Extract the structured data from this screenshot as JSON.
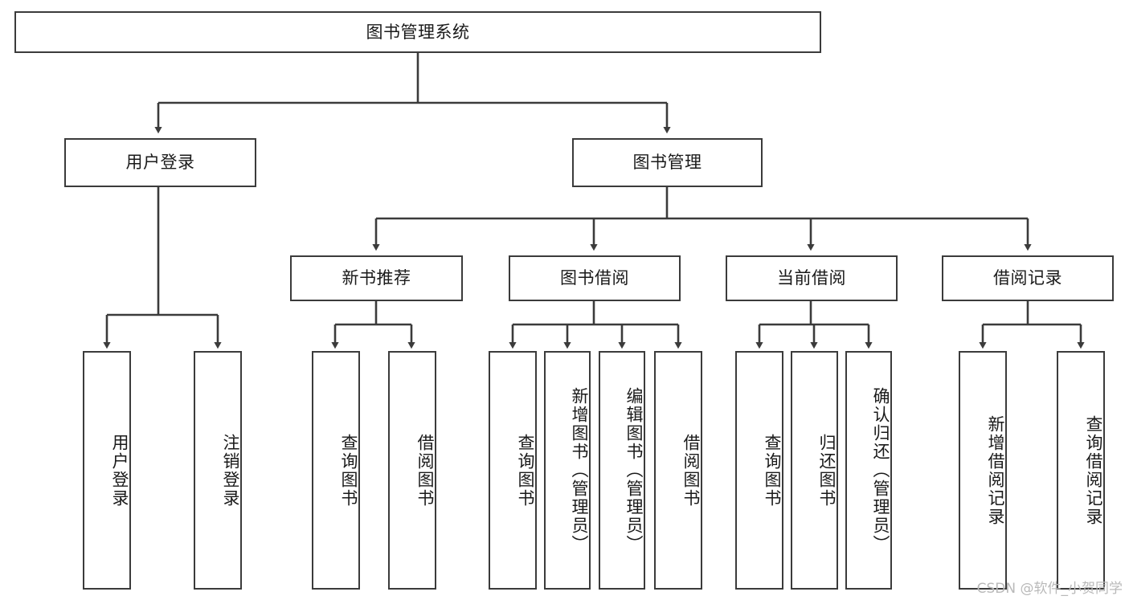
{
  "diagram": {
    "title": "图书管理系统",
    "watermark": "CSDN @软件_小贺同学",
    "stroke_color": "#3b3b3b",
    "fill_color": "#ffffff",
    "text_color": "#1a1a1a",
    "watermark_color": "#b9b9b9"
  },
  "levels": {
    "root": {
      "label": "图书管理系统"
    },
    "level2": [
      {
        "label": "用户登录"
      },
      {
        "label": "图书管理"
      }
    ],
    "level3": [
      {
        "label": "新书推荐"
      },
      {
        "label": "图书借阅"
      },
      {
        "label": "当前借阅"
      },
      {
        "label": "借阅记录"
      }
    ],
    "leaves": [
      {
        "label": "用户登录",
        "parent": "用户登录"
      },
      {
        "label": "注销登录",
        "parent": "用户登录"
      },
      {
        "label": "查询图书",
        "parent": "新书推荐"
      },
      {
        "label": "借阅图书",
        "parent": "新书推荐"
      },
      {
        "label": "查询图书",
        "parent": "图书借阅"
      },
      {
        "label": "新增图书（管理员）",
        "parent": "图书借阅"
      },
      {
        "label": "编辑图书（管理员）",
        "parent": "图书借阅"
      },
      {
        "label": "借阅图书",
        "parent": "图书借阅"
      },
      {
        "label": "查询图书",
        "parent": "当前借阅"
      },
      {
        "label": "归还图书",
        "parent": "当前借阅"
      },
      {
        "label": "确认归还（管理员）",
        "parent": "当前借阅"
      },
      {
        "label": "新增借阅记录",
        "parent": "借阅记录"
      },
      {
        "label": "查询借阅记录",
        "parent": "借阅记录"
      }
    ]
  }
}
